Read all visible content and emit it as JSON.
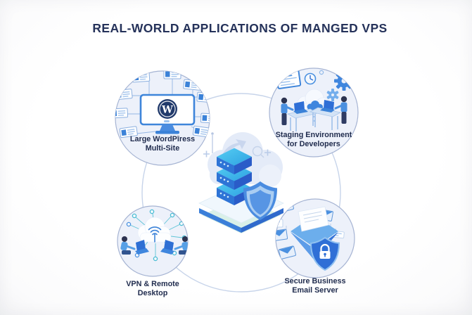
{
  "title": "REAL-WORLD APPLICATIONS OF MANGED VPS",
  "center": {
    "icon": "managed-vps-server-illustration",
    "elements": [
      "cloud-icon",
      "server-stack-icon",
      "shield-icon",
      "platform",
      "antenna",
      "curved-arrow",
      "magnifier-circle",
      "plus-decorations"
    ]
  },
  "nodes": [
    {
      "id": "wordpress-multisite",
      "label_line1": "Large WordPīress",
      "label_line2": "Multi-Site",
      "icon": "wordpress-monitor-illustration"
    },
    {
      "id": "staging-environment",
      "label_line1": "Staging Environment",
      "label_line2": "for Developers",
      "icon": "developers-staging-illustration"
    },
    {
      "id": "vpn-remote-desktop",
      "label_line1": "VPN & Remote",
      "label_line2": "Desktop",
      "icon": "vpn-cloud-illustration"
    },
    {
      "id": "secure-email",
      "label_line1": "Secure Business",
      "label_line2": "Email Server",
      "icon": "secure-email-illustration"
    }
  ],
  "wordpress_logo_letter": "W",
  "colors": {
    "title_navy": "#25325a",
    "label_navy": "#1f2b4d",
    "circle_fill": "#edf1fa",
    "circle_border": "#a6b4d3",
    "ring": "#c7d4ea",
    "accent_blue": "#3b82d8",
    "deep_blue": "#2f6fd6",
    "mid_blue": "#6caeec",
    "cyan_top": "#45c2ec",
    "teal_node": "#4abcd4",
    "wordpress_navy": "#213a6b",
    "figure_navy": "#2c3350",
    "cloud_light": "#e4ebf8"
  }
}
